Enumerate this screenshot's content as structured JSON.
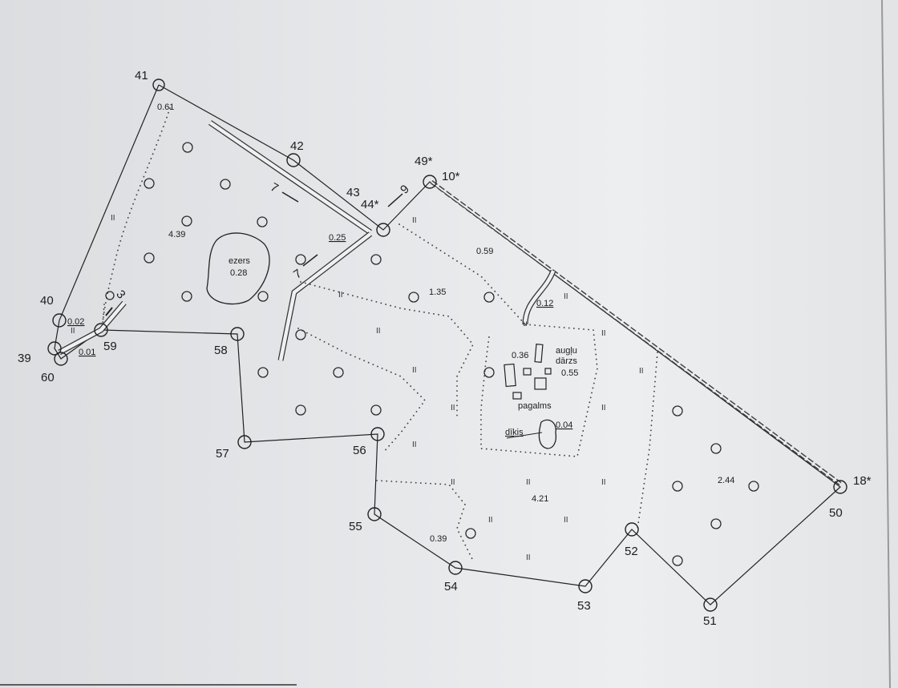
{
  "points": {
    "p41": "41",
    "p42": "42",
    "p43": "43",
    "p44": "44*",
    "p49": "49*",
    "p10": "10*",
    "p18": "18*",
    "p50": "50",
    "p51": "51",
    "p52": "52",
    "p53": "53",
    "p54": "54",
    "p55": "55",
    "p56": "56",
    "p57": "57",
    "p58": "58",
    "p59": "59",
    "p60": "60",
    "p39": "39",
    "p40": "40"
  },
  "areas": {
    "a061": "0.61",
    "a439": "4.39",
    "ezers": "ezers",
    "a028": "0.28",
    "a025": "0.25",
    "a059": "0.59",
    "a135": "1.35",
    "a012": "0.12",
    "a036": "0.36",
    "augļu": "augļu",
    "darzs": "dārzs",
    "a055": "0.55",
    "pagalms": "pagalms",
    "dikis": "dīķis",
    "a004": "0.04",
    "a244": "2.44",
    "a421": "4.21",
    "a039": "0.39",
    "a002": "0.02",
    "a001": "0.01"
  },
  "roads": {
    "r7a": "7",
    "r7b": "7",
    "r3": "3",
    "r9": "9"
  },
  "marks": {
    "ii": "II",
    "u": "u"
  },
  "colors": {
    "paper": "#eef0f1",
    "ink": "#222222"
  }
}
